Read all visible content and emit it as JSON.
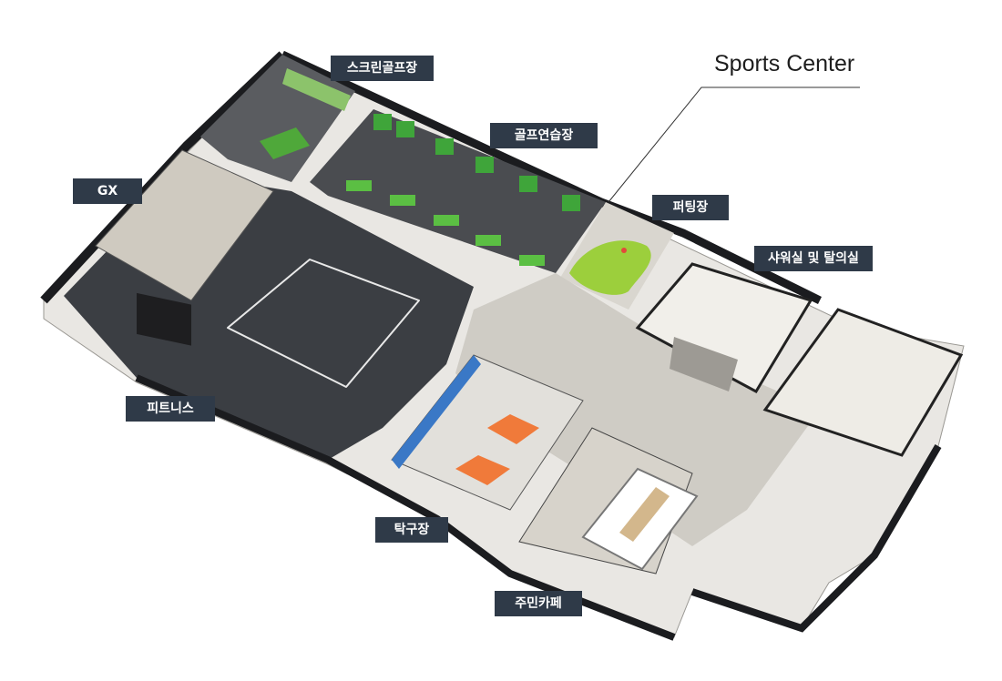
{
  "title": "Sports Center",
  "labels": {
    "screen_golf": "스크린골프장",
    "golf_practice": "골프연습장",
    "gx": "GX",
    "putting": "퍼팅장",
    "shower_locker": "샤워실 및 탈의실",
    "fitness": "피트니스",
    "table_tennis": "탁구장",
    "resident_cafe": "주민카페"
  },
  "colors": {
    "label_bg": "#2f3a48",
    "floor": "#3b3e43",
    "wall": "#1b1c1f",
    "golf_green": "#4fa83a",
    "putting_green": "#9ccf3c",
    "table_tennis": "#f07a3a",
    "light_floor": "#d8d6d1"
  }
}
